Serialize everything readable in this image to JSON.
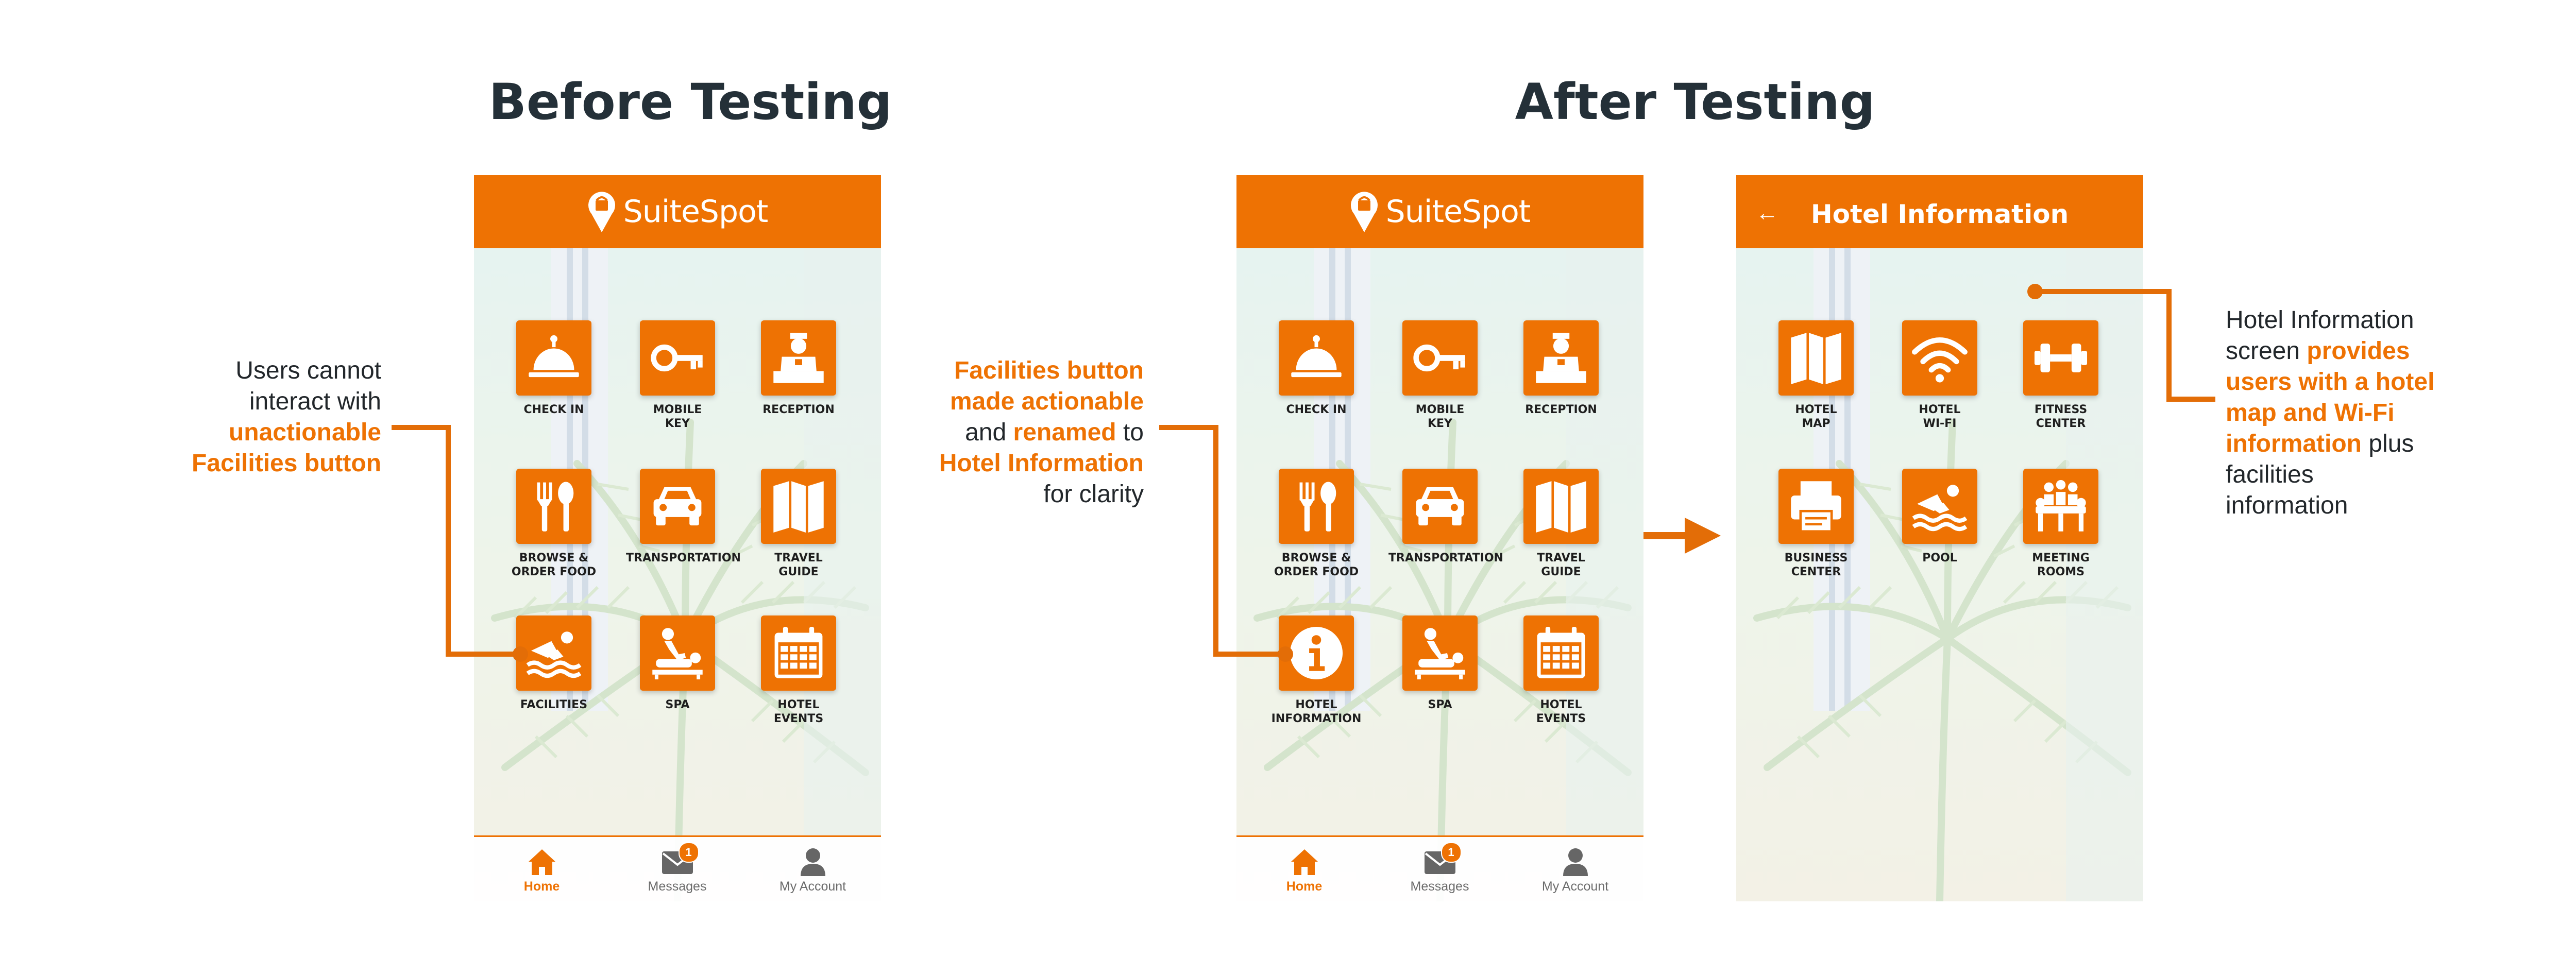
{
  "titles": {
    "before": "Before Testing",
    "after": "After Testing"
  },
  "brand": {
    "name": "SuiteSpot",
    "accent": "#ee7203"
  },
  "home_tiles_before": [
    {
      "label": "CHECK IN",
      "icon": "service-bell-icon"
    },
    {
      "label": "MOBILE\nKEY",
      "icon": "key-icon"
    },
    {
      "label": "RECEPTION",
      "icon": "concierge-icon"
    },
    {
      "label": "BROWSE &\nORDER FOOD",
      "icon": "fork-spoon-icon"
    },
    {
      "label": "TRANSPORTATION",
      "icon": "car-icon"
    },
    {
      "label": "TRAVEL\nGUIDE",
      "icon": "map-icon"
    },
    {
      "label": "FACILITIES",
      "icon": "swimmer-icon"
    },
    {
      "label": "SPA",
      "icon": "massage-icon"
    },
    {
      "label": "HOTEL\nEVENTS",
      "icon": "calendar-icon"
    }
  ],
  "home_tiles_after": [
    {
      "label": "CHECK IN",
      "icon": "service-bell-icon"
    },
    {
      "label": "MOBILE\nKEY",
      "icon": "key-icon"
    },
    {
      "label": "RECEPTION",
      "icon": "concierge-icon"
    },
    {
      "label": "BROWSE &\nORDER FOOD",
      "icon": "fork-spoon-icon"
    },
    {
      "label": "TRANSPORTATION",
      "icon": "car-icon"
    },
    {
      "label": "TRAVEL\nGUIDE",
      "icon": "map-icon"
    },
    {
      "label": "HOTEL\nINFORMATION",
      "icon": "info-icon"
    },
    {
      "label": "SPA",
      "icon": "massage-icon"
    },
    {
      "label": "HOTEL\nEVENTS",
      "icon": "calendar-icon"
    }
  ],
  "hotel_info": {
    "title": "Hotel Information",
    "back_icon": "back-arrow-icon",
    "tiles": [
      {
        "label": "HOTEL\nMAP",
        "icon": "map-icon"
      },
      {
        "label": "HOTEL\nWI-FI",
        "icon": "wifi-icon"
      },
      {
        "label": "FITNESS\nCENTER",
        "icon": "dumbbell-icon"
      },
      {
        "label": "BUSINESS\nCENTER",
        "icon": "printer-icon"
      },
      {
        "label": "POOL",
        "icon": "swimmer-icon"
      },
      {
        "label": "MEETING\nROOMS",
        "icon": "meeting-icon"
      }
    ]
  },
  "tabbar": {
    "home": "Home",
    "messages": "Messages",
    "account": "My Account",
    "messages_badge": "1"
  },
  "annotations": {
    "left": {
      "plain1": "Users cannot",
      "plain2": "interact with",
      "hl1": "unactionable",
      "hl2": "Facilities button"
    },
    "middle": {
      "hl1": "Facilities button",
      "hl2": "made actionable",
      "plain3": "and ",
      "hl3": "renamed",
      "plain4": " to",
      "hl4": "Hotel Information",
      "plain5": "for clarity"
    },
    "right": {
      "plain1": "Hotel Information",
      "plain2": "screen ",
      "hl1": "provides",
      "hl2": "users with a hotel",
      "hl3": "map and Wi-Fi",
      "hl4": "information",
      "plain3": " plus",
      "plain4": "facilities",
      "plain5": "information"
    }
  }
}
